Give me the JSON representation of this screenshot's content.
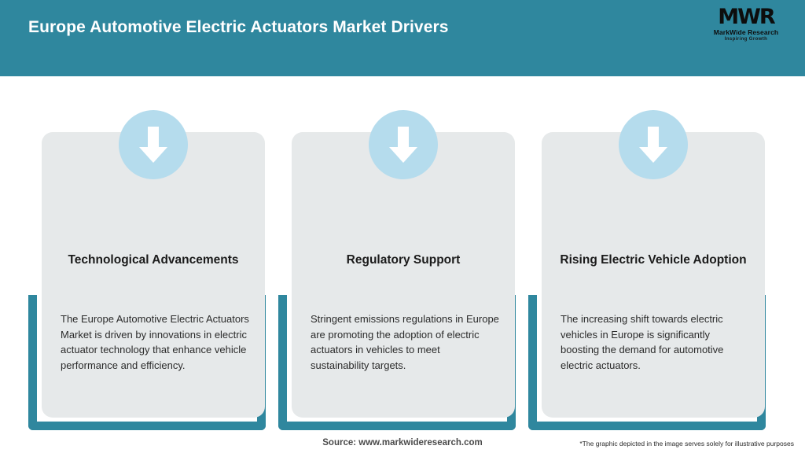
{
  "header": {
    "title": "Europe Automotive Electric Actuators Market Drivers",
    "bg_color": "#2f879e",
    "logo": {
      "mark": "MWR",
      "name": "MarkWide Research",
      "tagline": "Inspiring Growth"
    }
  },
  "theme": {
    "accent": "#2f879e",
    "icon_circle": "#b5dced",
    "card_bg": "#e6e9ea",
    "page_bg": "#ffffff"
  },
  "cards": [
    {
      "icon": "down-arrow-icon",
      "title": "Technological Advancements",
      "body": "The Europe Automotive Electric Actuators Market is driven by innovations in electric actuator technology that enhance vehicle performance and efficiency."
    },
    {
      "icon": "down-arrow-icon",
      "title": "Regulatory Support",
      "body": "Stringent emissions regulations in Europe are promoting the adoption of electric actuators in vehicles to meet sustainability targets."
    },
    {
      "icon": "down-arrow-icon",
      "title": "Rising Electric Vehicle Adoption",
      "body": "The increasing shift towards electric vehicles in Europe is significantly boosting the demand for automotive electric actuators."
    }
  ],
  "footer": {
    "source": "Source: www.markwideresearch.com",
    "disclaimer": "*The graphic depicted in the image serves solely for illustrative purposes"
  }
}
